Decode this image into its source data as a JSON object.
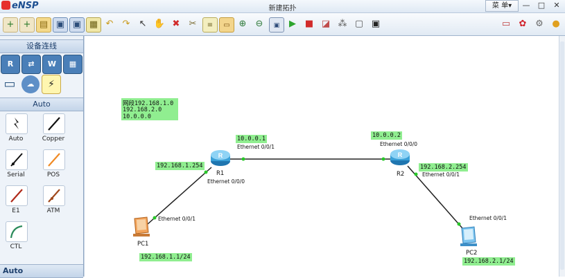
{
  "window": {
    "app_name": "eNSP",
    "title": "新建拓扑",
    "menu_label": "菜 单",
    "menu_arrow": "▾",
    "minimize": "—",
    "maximize": "□",
    "close": "✕"
  },
  "toolbar": {
    "icons": [
      "new-topology-icon",
      "new-topology-alt-icon",
      "open-icon",
      "save-icon",
      "save-as-icon",
      "print-icon",
      "undo-icon",
      "redo-icon",
      "select-icon",
      "pan-icon",
      "delete-icon",
      "delete-link-icon",
      "text-note-icon",
      "palette-icon",
      "zoom-in-icon",
      "zoom-out-icon",
      "fit-view-icon",
      "start-icon",
      "stop-icon",
      "capture-icon",
      "topology-icon",
      "screenshot-icon",
      "terminal-icon",
      "chat-icon",
      "huawei-icon",
      "settings-icon",
      "help-icon"
    ]
  },
  "left_panel": {
    "header": "设备连线",
    "devices": [
      "router-icon",
      "switch-icon",
      "wlan-icon",
      "firewall-icon",
      "pc-icon",
      "cloud-icon",
      "cable-icon"
    ],
    "subheader": "Auto",
    "cables": [
      {
        "label": "Auto",
        "icon": "auto-cable-icon"
      },
      {
        "label": "Copper",
        "icon": "copper-cable-icon"
      },
      {
        "label": "Serial",
        "icon": "serial-cable-icon"
      },
      {
        "label": "POS",
        "icon": "pos-cable-icon"
      },
      {
        "label": "E1",
        "icon": "e1-cable-icon"
      },
      {
        "label": "ATM",
        "icon": "atm-cable-icon"
      },
      {
        "label": "CTL",
        "icon": "ctl-cable-icon"
      }
    ],
    "footer": "Auto"
  },
  "canvas": {
    "note": {
      "line1": "网段192.168.1.0",
      "line2": "192.168.2.0",
      "line3": "10.0.0.0"
    },
    "nodes": {
      "r1": {
        "name": "R1"
      },
      "r2": {
        "name": "R2"
      },
      "pc1": {
        "name": "PC1"
      },
      "pc2": {
        "name": "PC2"
      }
    },
    "labels": {
      "r1_ip_10": "10.0.0.1",
      "r1_eth01": "Ethernet 0/0/1",
      "r1_ip_192": "192.168.1.254",
      "r1_eth00": "Ethernet 0/0/0",
      "r2_ip_10": "10.0.0.2",
      "r2_eth00": "Ethernet 0/0/0",
      "r2_ip_192": "192.168.2.254",
      "r2_eth01": "Ethernet 0/0/1",
      "pc1_eth": "Ethernet 0/0/1",
      "pc1_ip": "192.168.1.1/24",
      "pc2_eth": "Ethernet 0/0/1",
      "pc2_ip": "192.168.2.1/24"
    }
  },
  "colors": {
    "label_bg": "#90ee90",
    "router": "#3aa0d8",
    "link_dot": "#28c828"
  }
}
